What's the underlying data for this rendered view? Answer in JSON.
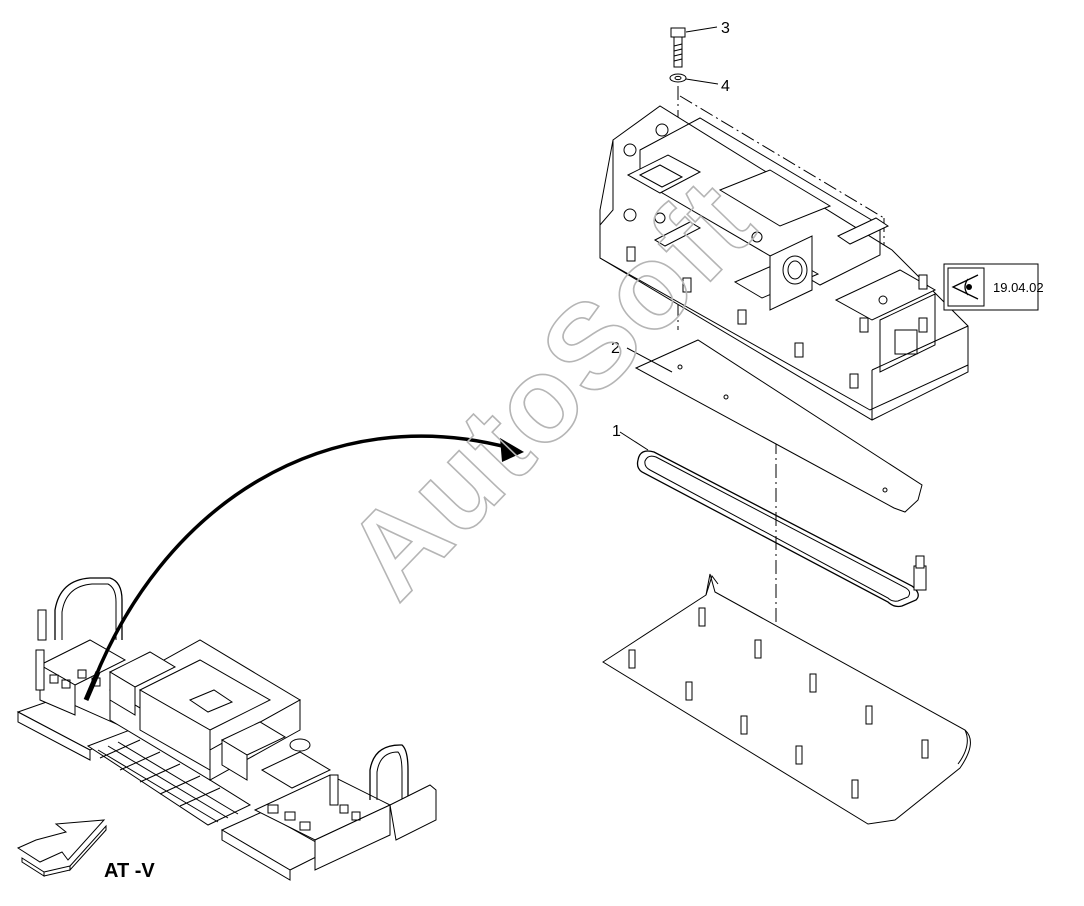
{
  "callouts": [
    {
      "id": "callout-1",
      "text": "1"
    },
    {
      "id": "callout-2",
      "text": "2"
    },
    {
      "id": "callout-3",
      "text": "3"
    },
    {
      "id": "callout-4",
      "text": "4"
    }
  ],
  "reference_box": {
    "text": "19.04.02",
    "icon": "eye-icon"
  },
  "view_label": "AT -V",
  "watermark": "AutoSoft"
}
